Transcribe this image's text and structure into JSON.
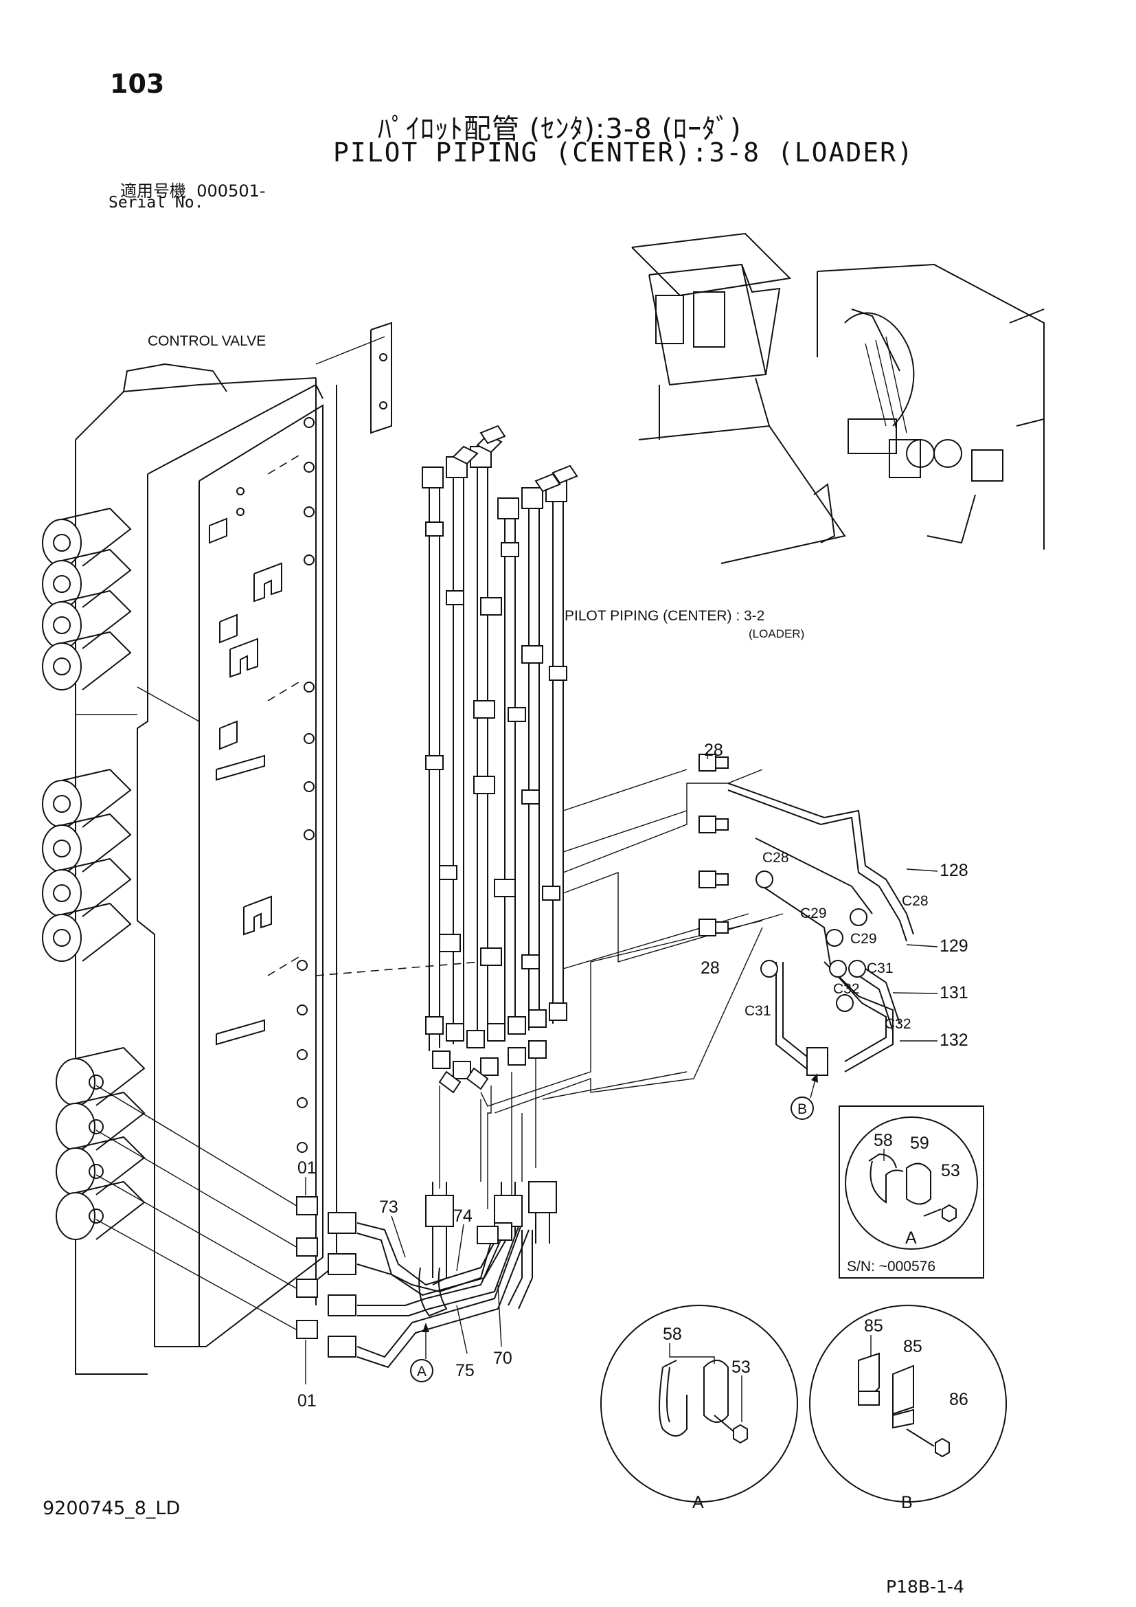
{
  "header": {
    "page_number": "103",
    "title_jp": "ﾊﾟｲﾛｯﾄ配管 (ｾﾝﾀ):3-8 (ﾛｰﾀﾞ)",
    "title_en": "PILOT PIPING (CENTER):3-8 (LOADER)",
    "serial_label_jp": "適用号機",
    "serial_value": "000501-",
    "serial_label_en": "Serial No."
  },
  "footer": {
    "document_code": "9200745_8_LD",
    "page_reference": "P18B-1-4"
  },
  "diagram": {
    "control_valve_label": "CONTROL VALVE",
    "reference_label": "PILOT PIPING (CENTER) : 3-2",
    "reference_sub_label": "(LOADER)",
    "parts_main": [
      "28",
      "28",
      "C28",
      "C28",
      "128",
      "C29",
      "C29",
      "129",
      "C31",
      "C31",
      "131",
      "C32",
      "C32",
      "132",
      "01",
      "01",
      "73",
      "74",
      "75",
      "70"
    ],
    "callouts": {
      "a": "A",
      "b": "B"
    },
    "inset_sn": {
      "parts": [
        "58",
        "59",
        "53"
      ],
      "view": "A",
      "serial_note": "S/N: ~000576"
    },
    "detail_a": {
      "parts": [
        "58",
        "53"
      ],
      "view": "A"
    },
    "detail_b": {
      "parts": [
        "85",
        "85",
        "86"
      ],
      "view": "B"
    }
  }
}
